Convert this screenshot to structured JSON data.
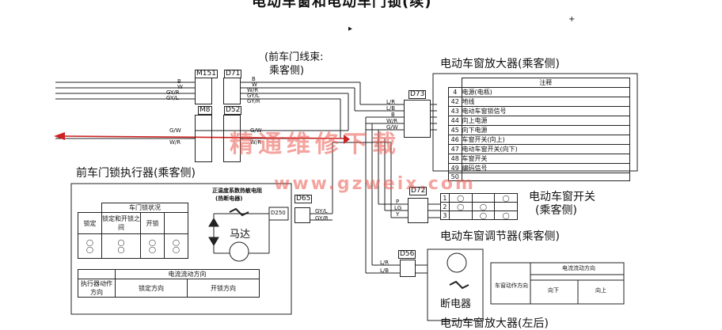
{
  "title": "电动车窗和电动车门锁(续)",
  "harness_label": "(前车门线束:",
  "harness_label2": "乘客侧)",
  "connectors": {
    "m151": "M151",
    "d71": "D71",
    "m8": "M8",
    "d52": "D52",
    "d73": "D73",
    "d65": "D65",
    "d72": "D72",
    "d56": "D56",
    "d250": "D250"
  },
  "wires_left_top": [
    "B",
    "W",
    "GY/R",
    "GY/L"
  ],
  "wires_mid_top": [
    "B",
    "W",
    "W/R",
    "GY/L",
    "GY/R"
  ],
  "wires_left_bottom": [
    "G/W",
    "W/R"
  ],
  "wires_mid_bottom": [
    "G/W",
    "W/R"
  ],
  "wires_d73": [
    "L/R",
    "L/B",
    "B",
    "W/R",
    "G/W"
  ],
  "wires_d65": [
    "GY/L",
    "GY/R"
  ],
  "wires_d72": [
    "P",
    "LG",
    "Y"
  ],
  "wires_d56": [
    "L/R",
    "L/B"
  ],
  "amp": {
    "title": "电动车窗放大器(乘客侧)",
    "header": "注释",
    "pins": [
      "4",
      "42",
      "43",
      "44",
      "45",
      "46",
      "47",
      "48",
      "49",
      "50"
    ],
    "rows": [
      "电源(电瓶)",
      "地线",
      "电动车窗锁信号",
      "向上电源",
      "向下电源",
      "车窗开关(向上)",
      "电动车窗开关(向下)",
      "车窗开关",
      "编码信号",
      ""
    ]
  },
  "actuator": {
    "title": "前车门锁执行器(乘客侧)",
    "breaker_label": "正温度系数热敏电阻",
    "breaker_label2": "(热断电器)",
    "motor_label": "马达",
    "state_header": "车门锁状况",
    "state_cols": [
      "锁定",
      "锁定和开锁之间",
      "开锁"
    ],
    "current_header": "电流流动方向",
    "action_label": "执行器动作方向",
    "current_cols": [
      "锁定方向",
      "开锁方向"
    ]
  },
  "switch": {
    "title": "电动车窗开关",
    "title2": "(乘客侧)",
    "pins": [
      "1",
      "2",
      "3"
    ]
  },
  "regulator": {
    "title": "电动车窗调节器(乘客侧)",
    "breaker_label": "断电器",
    "current_header": "电流流动方向",
    "action_label": "车窗动作方向",
    "cols": [
      "向下",
      "向上"
    ]
  },
  "bottom_partial": "电动车窗放大器(左后)",
  "watermark": "精通维修下载",
  "watermark2": "www.gzweix.com",
  "colors": {
    "arrow": "#cc2222",
    "watermark": "#eb5a50"
  }
}
